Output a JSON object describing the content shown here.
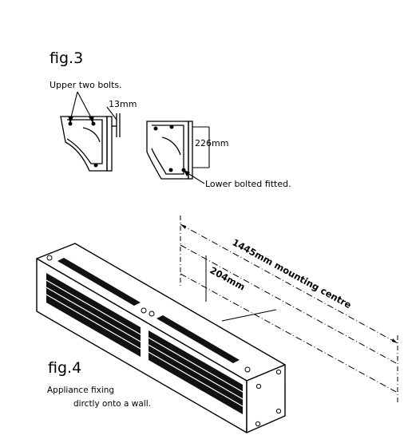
{
  "fig3": {
    "title": "fig.3",
    "label_upper_bolts": "Upper two bolts.",
    "label_13mm": "13mm",
    "label_226mm": "226mm",
    "label_lower_bolted": "Lower bolted fitted."
  },
  "fig4": {
    "title": "fig.4",
    "caption_line1": "Appliance fixing",
    "caption_line2": "dirctly onto a wall.",
    "label_1445": "1445mm mounting centre",
    "label_204": "204mm"
  }
}
